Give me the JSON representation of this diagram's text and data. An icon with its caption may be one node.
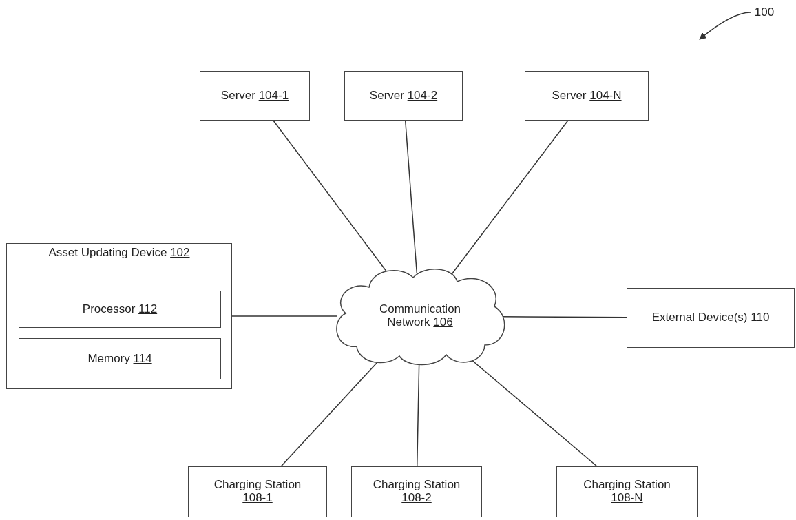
{
  "diagram": {
    "nodes": [
      {
        "text": [
          "100"
        ]
      },
      {
        "text": [
          "Server 104-1"
        ]
      },
      {
        "text": [
          "Server 104-2"
        ]
      },
      {
        "text": [
          "Server 104-N"
        ]
      },
      {
        "text": [
          "Asset Updating Device 102"
        ]
      },
      {
        "text": [
          "Processor 112"
        ],
        "in": 4
      },
      {
        "text": [
          "Memory 114"
        ],
        "in": 4
      },
      {
        "text": [
          "Communication Network 106"
        ]
      },
      {
        "text": [
          "External Device(s) 110"
        ]
      },
      {
        "text": [
          "Charging Station 108-1"
        ]
      },
      {
        "text": [
          "Charging Station 108-2"
        ]
      },
      {
        "text": [
          "Charging Station 108-N"
        ]
      }
    ],
    "edges": [
      {
        "from": 0,
        "to": null,
        "arrow": "to"
      },
      {
        "from": 1,
        "to": 7,
        "arrow": "none"
      },
      {
        "from": 2,
        "to": 7,
        "arrow": "none"
      },
      {
        "from": 3,
        "to": 7,
        "arrow": "none"
      },
      {
        "from": 4,
        "to": 7,
        "arrow": "none"
      },
      {
        "from": 7,
        "to": 8,
        "arrow": "none"
      },
      {
        "from": 7,
        "to": 9,
        "arrow": "none"
      },
      {
        "from": 7,
        "to": 10,
        "arrow": "none"
      },
      {
        "from": 7,
        "to": 11,
        "arrow": "none"
      }
    ]
  }
}
